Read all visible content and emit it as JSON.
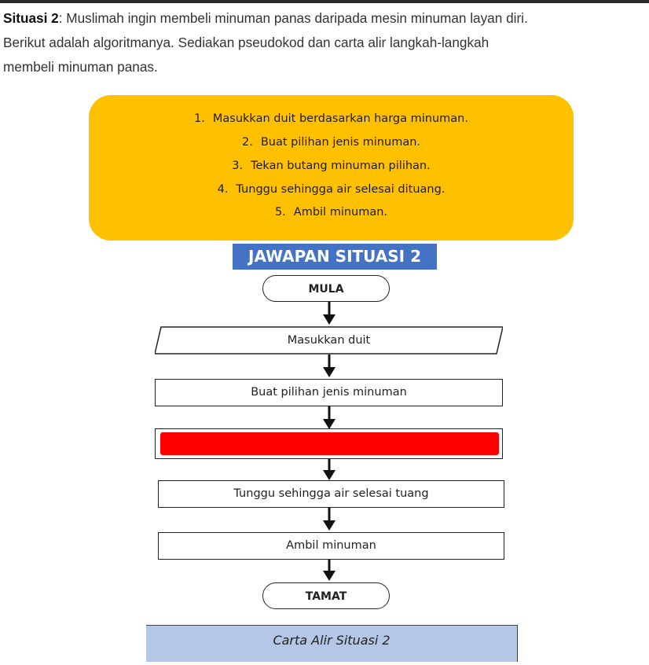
{
  "intro": {
    "label": "Situasi 2",
    "text": ": Muslimah ingin membeli minuman panas daripada mesin minuman layan diri.",
    "line2": "Berikut adalah algoritmanya. Sediakan pseudokod dan carta alir langkah-langkah",
    "line3": "membeli minuman panas."
  },
  "steps": [
    {
      "num": "1.",
      "text": "Masukkan duit berdasarkan harga minuman."
    },
    {
      "num": "2.",
      "text": "Buat pilihan jenis minuman."
    },
    {
      "num": "3.",
      "text": "Tekan butang minuman pilihan."
    },
    {
      "num": "4.",
      "text": "Tunggu sehingga air selesai dituang."
    },
    {
      "num": "5.",
      "text": "Ambil minuman."
    }
  ],
  "answer_title": "JAWAPAN SITUASI 2",
  "flowchart": {
    "start": "MULA",
    "input": "Masukkan duit",
    "step2": "Buat pilihan jenis minuman",
    "step3": "",
    "step4": "Tunggu sehingga air selesai tuang",
    "step5": "Ambil minuman",
    "end": "TAMAT"
  },
  "caption": "Carta Alir Situasi 2",
  "colors": {
    "steps_box": "#ffc000",
    "answer_title_bg": "#4472c4",
    "hidden_step": "#ff0000",
    "caption_bg": "#b4c7e7"
  }
}
